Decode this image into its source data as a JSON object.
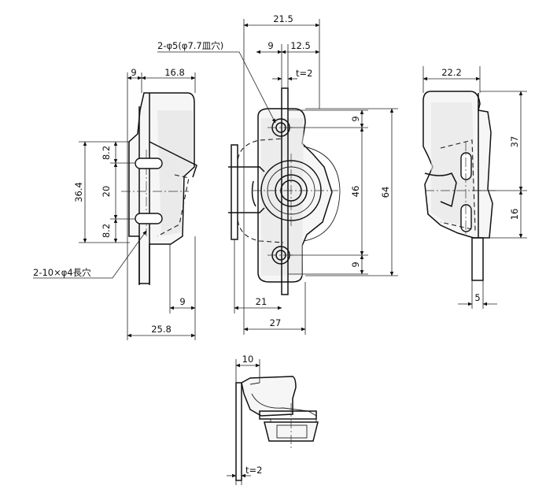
{
  "dims": {
    "front_9": "9",
    "front_16_8": "16.8",
    "front_36_4": "36.4",
    "front_8_2_top": "8.2",
    "front_20": "20",
    "front_8_2_bottom": "8.2",
    "front_9_bottom": "9",
    "front_25_8": "25.8",
    "slot_note": "2-10×φ4長穴",
    "center_21_5": "21.5",
    "center_9": "9",
    "center_12_5": "12.5",
    "hole_note": "2-φ5(φ7.7皿穴)",
    "center_t2": "t=2",
    "center_9_top": "9",
    "center_46": "46",
    "center_64": "64",
    "center_9_bottom": "9",
    "center_21": "21",
    "center_27": "27",
    "side_22_2": "22.2",
    "side_37": "37",
    "side_16": "16",
    "side_5": "5",
    "bottom_10": "10",
    "bottom_t2": "t=2"
  }
}
